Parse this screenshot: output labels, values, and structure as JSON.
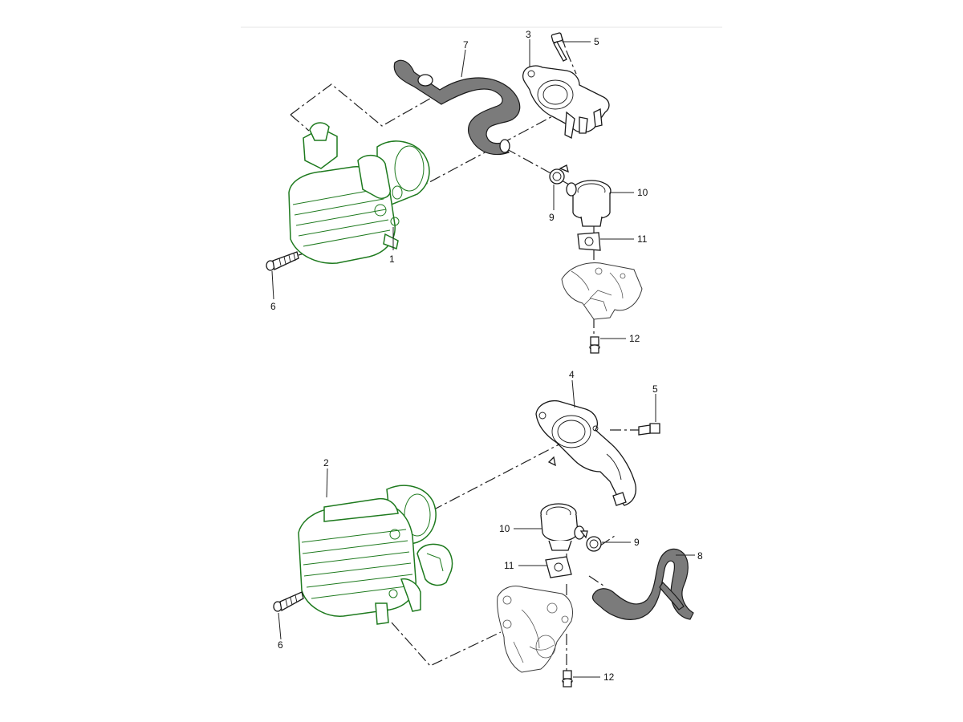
{
  "diagram": {
    "callouts": {
      "p1": "1",
      "p2": "2",
      "p3": "3",
      "p4": "4",
      "p5a": "5",
      "p5b": "5",
      "p6a": "6",
      "p6b": "6",
      "p7": "7",
      "p8": "8",
      "p9a": "9",
      "p9b": "9",
      "p10a": "10",
      "p10b": "10",
      "p11a": "11",
      "p11b": "11",
      "p12a": "12",
      "p12b": "12"
    },
    "colors": {
      "pump_outline": "#1e7a1e",
      "hose_fill": "#7b7b7b",
      "line": "#1a1a1a"
    }
  }
}
